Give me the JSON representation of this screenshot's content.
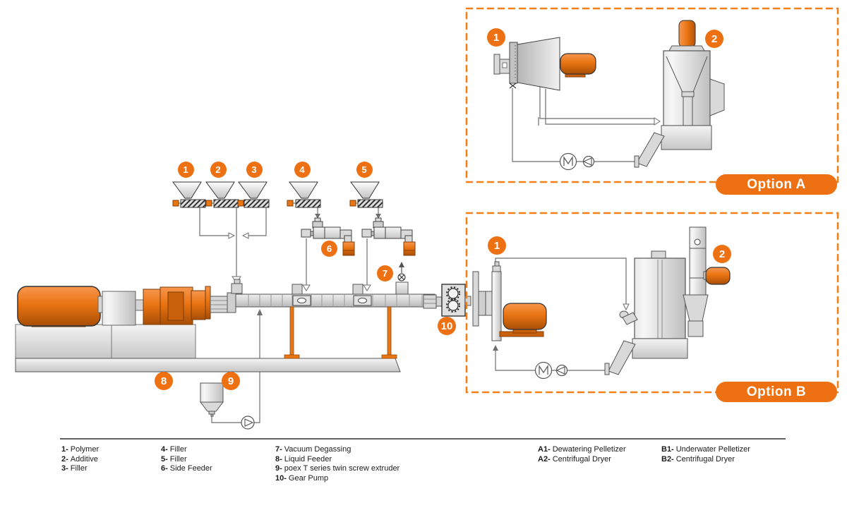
{
  "markers": {
    "n1": "1",
    "n2": "2",
    "n3": "3",
    "n4": "4",
    "n5": "5",
    "n6": "6",
    "n7": "7",
    "n8": "8",
    "n9": "9",
    "n10": "10",
    "a1": "1",
    "a2": "2",
    "b1": "1",
    "b2": "2"
  },
  "options": {
    "a": "Option A",
    "b": "Option B"
  },
  "legend": {
    "groups": [
      {
        "items": [
          {
            "num": "1-",
            "label": "Polymer"
          },
          {
            "num": "2-",
            "label": "Additive"
          },
          {
            "num": "3-",
            "label": "Filler"
          }
        ]
      },
      {
        "items": [
          {
            "num": "4-",
            "label": "Filler"
          },
          {
            "num": "5-",
            "label": "Filler"
          },
          {
            "num": "6-",
            "label": "Side Feeder"
          }
        ]
      },
      {
        "items": [
          {
            "num": "7-",
            "label": "Vacuum Degassing"
          },
          {
            "num": "8-",
            "label": "Liquid Feeder"
          },
          {
            "num": "9-",
            "label": "poex T series twin screw extruder"
          },
          {
            "num": "10-",
            "label": "Gear Pump"
          }
        ]
      },
      {
        "items": [
          {
            "num": "A1-",
            "label": "Dewatering Pelletizer"
          },
          {
            "num": "A2-",
            "label": "Centrifugal Dryer"
          }
        ]
      },
      {
        "items": [
          {
            "num": "B1-",
            "label": "Underwater Pelletizer"
          },
          {
            "num": "B2-",
            "label": "Centrifugal Dryer"
          }
        ]
      }
    ]
  },
  "colors": {
    "accent": "#ed7112",
    "dashed_border": "#f18019",
    "machine_gray": "#d9d9d9",
    "line_gray": "#6e6e6e"
  }
}
